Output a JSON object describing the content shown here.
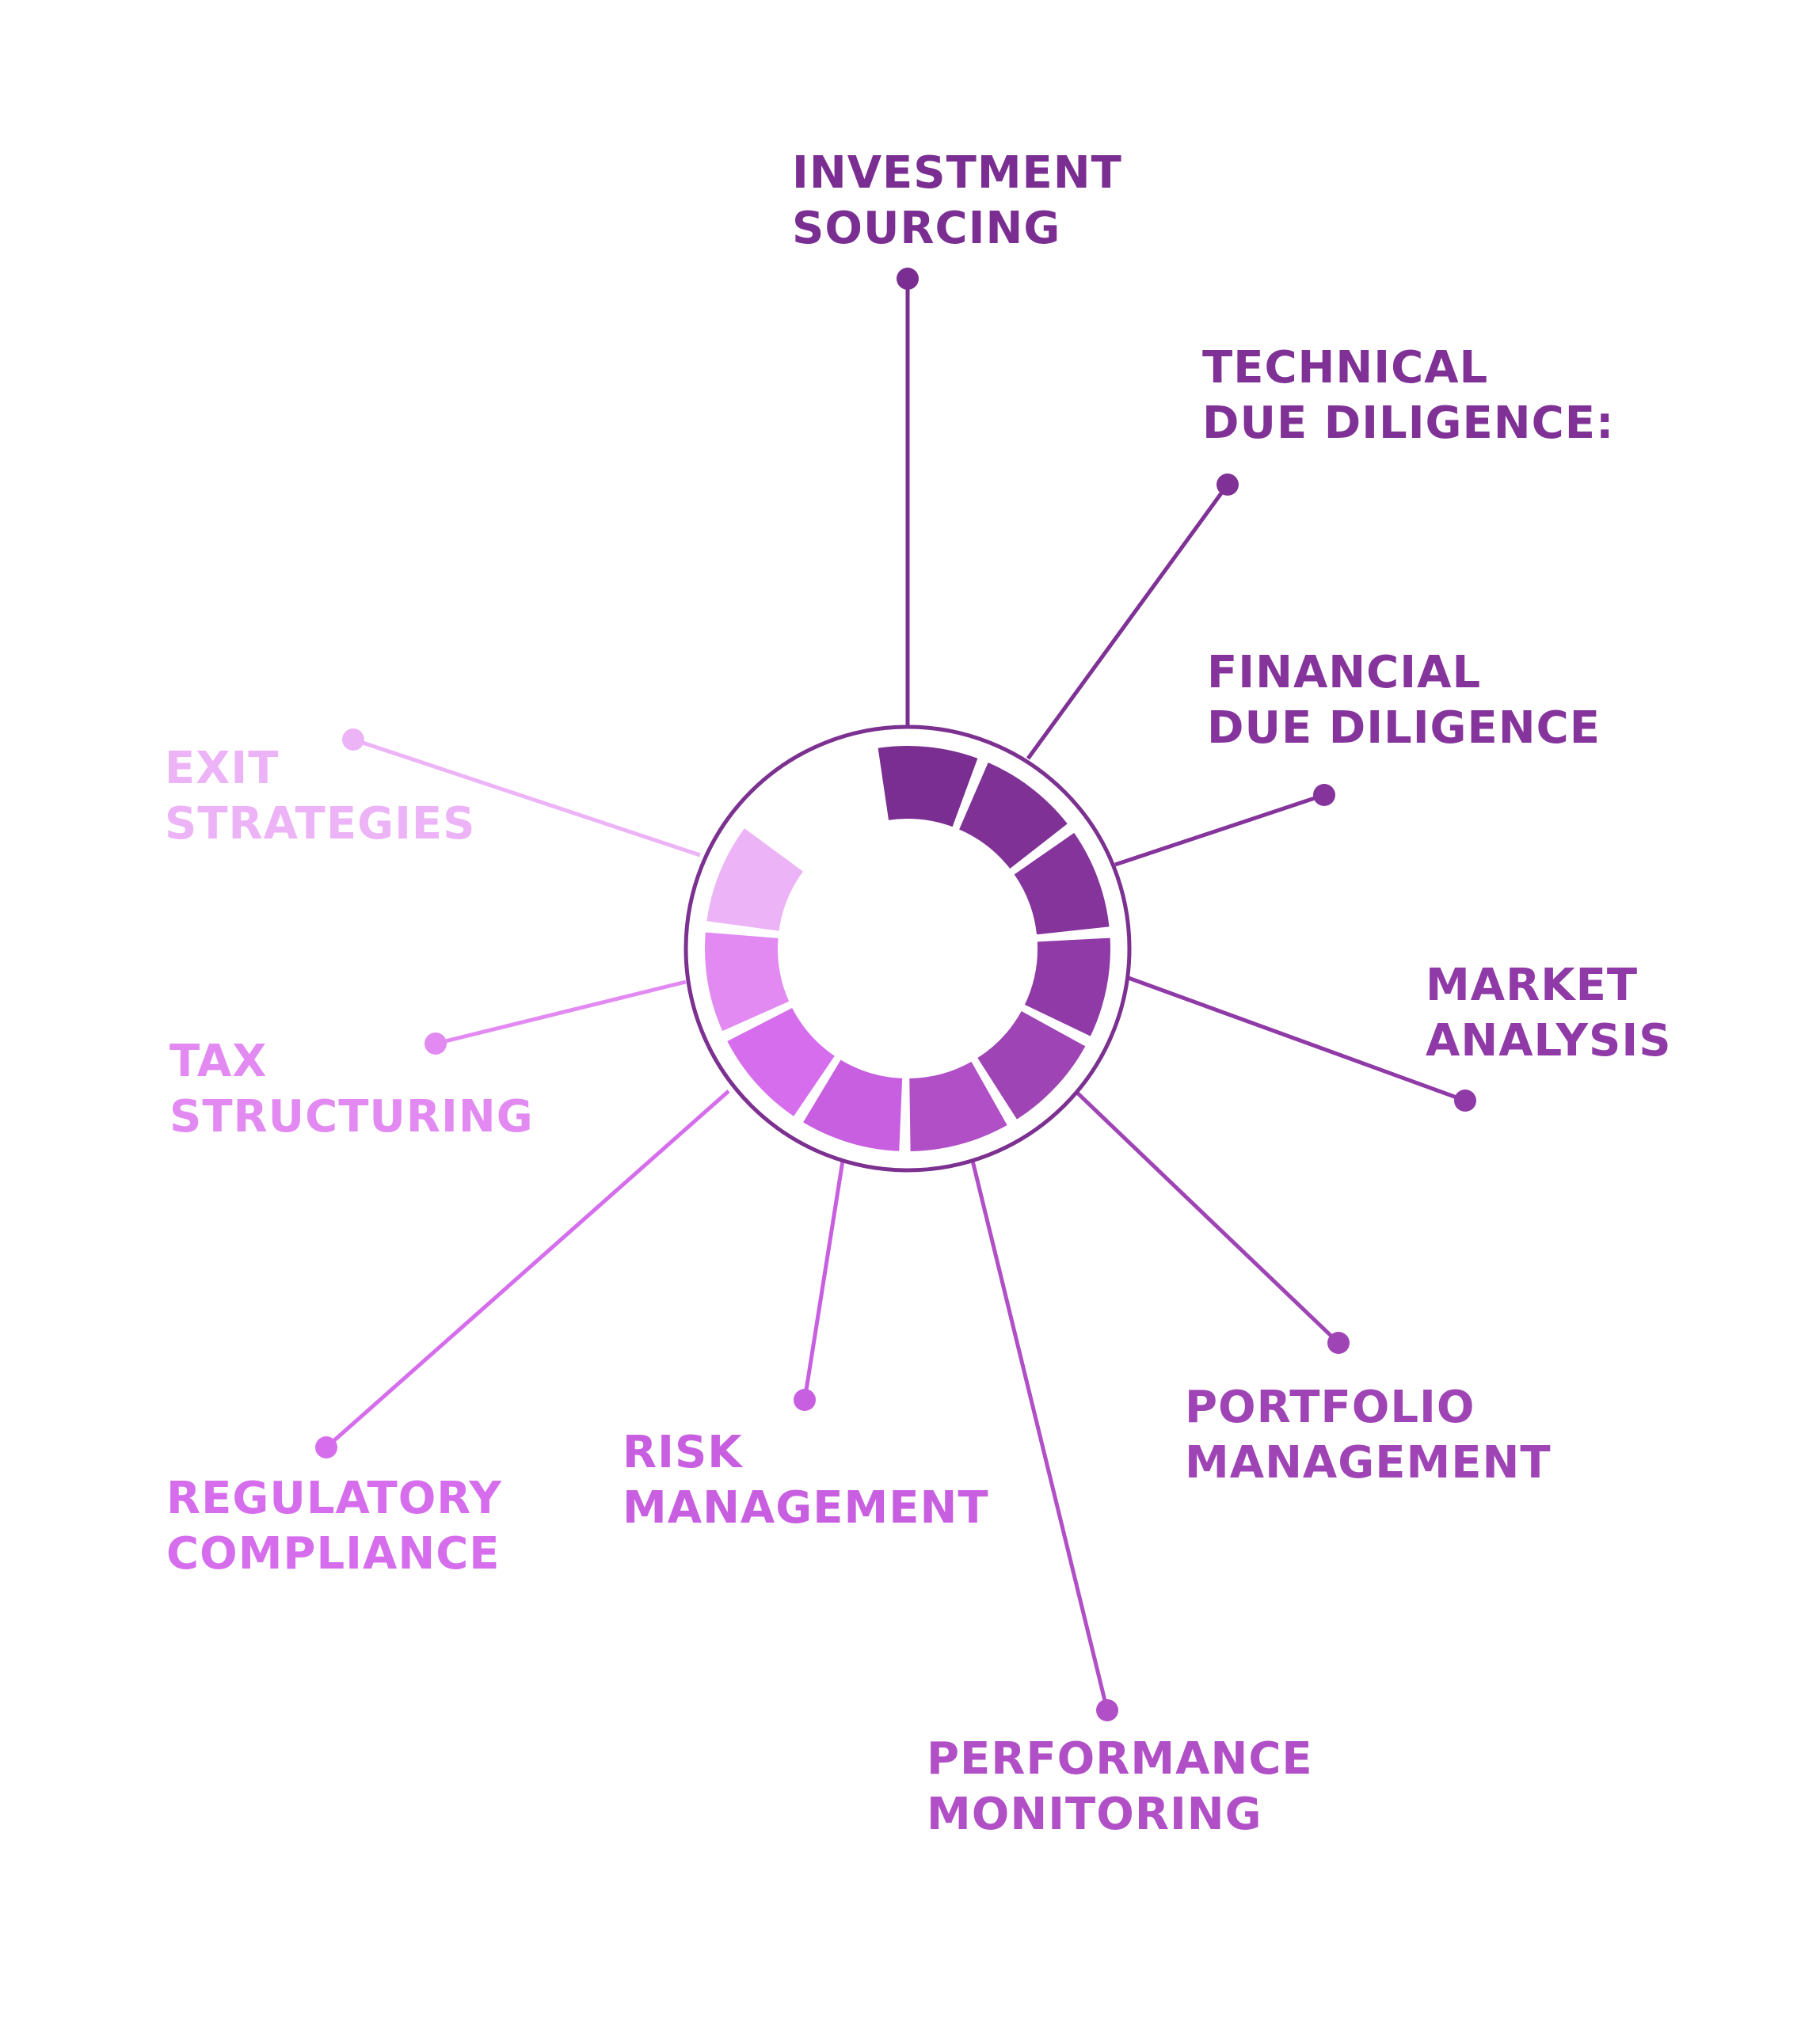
{
  "diagram": {
    "items": [
      {
        "lines": [
          "INVESTMENT",
          "SOURCING"
        ],
        "color": "#7a2e91"
      },
      {
        "lines": [
          "TECHNICAL",
          "DUE DILIGENCE:"
        ],
        "color": "#7f3196"
      },
      {
        "lines": [
          "FINANCIAL",
          "DUE DILIGENCE"
        ],
        "color": "#85349b"
      },
      {
        "lines": [
          "MARKET",
          "ANALYSIS"
        ],
        "color": "#8f3aa6"
      },
      {
        "lines": [
          "PORTFOLIO",
          "MANAGEMENT"
        ],
        "color": "#9e44b5"
      },
      {
        "lines": [
          "PERFORMANCE",
          "MONITORING"
        ],
        "color": "#b04fc6"
      },
      {
        "lines": [
          "RISK",
          "MANAGEMENT"
        ],
        "color": "#c85ee0"
      },
      {
        "lines": [
          "REGULATORY",
          "COMPLIANCE"
        ],
        "color": "#d56ded"
      },
      {
        "lines": [
          "TAX",
          "STRUCTURING"
        ],
        "color": "#e28af2"
      },
      {
        "lines": [
          "EXIT",
          "STRATEGIES"
        ],
        "color": "#edb3f7"
      }
    ],
    "ring_color": "#7c3191",
    "connector_color": "#7f3196"
  }
}
